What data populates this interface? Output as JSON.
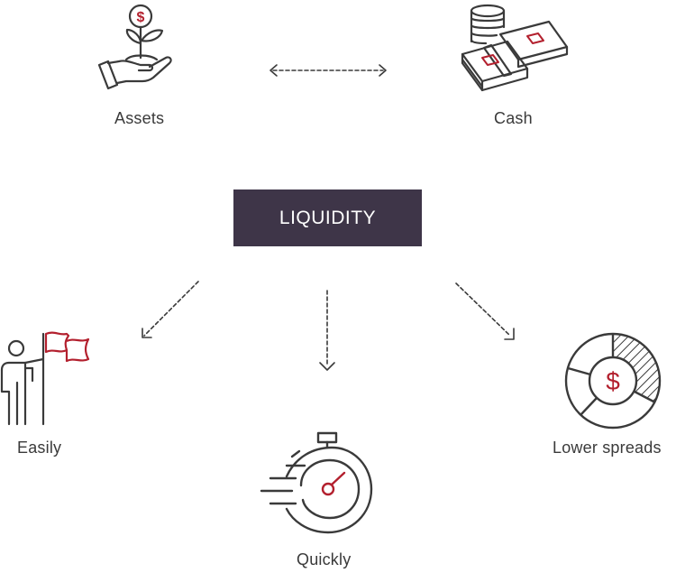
{
  "diagram": {
    "center_label": "LIQUIDITY",
    "nodes": {
      "assets": "Assets",
      "cash": "Cash",
      "easily": "Easily",
      "quickly": "Quickly",
      "lower_spreads": "Lower spreads"
    }
  },
  "colors": {
    "line": "#3a3a3a",
    "accent": "#b3202e",
    "box": "#3e3548"
  },
  "icons": {
    "assets": "plant-in-hand-icon",
    "cash": "coins-and-banknotes-icon",
    "easily": "person-with-flag-icon",
    "quickly": "stopwatch-icon",
    "lower_spreads": "dollar-donut-chart-icon"
  }
}
